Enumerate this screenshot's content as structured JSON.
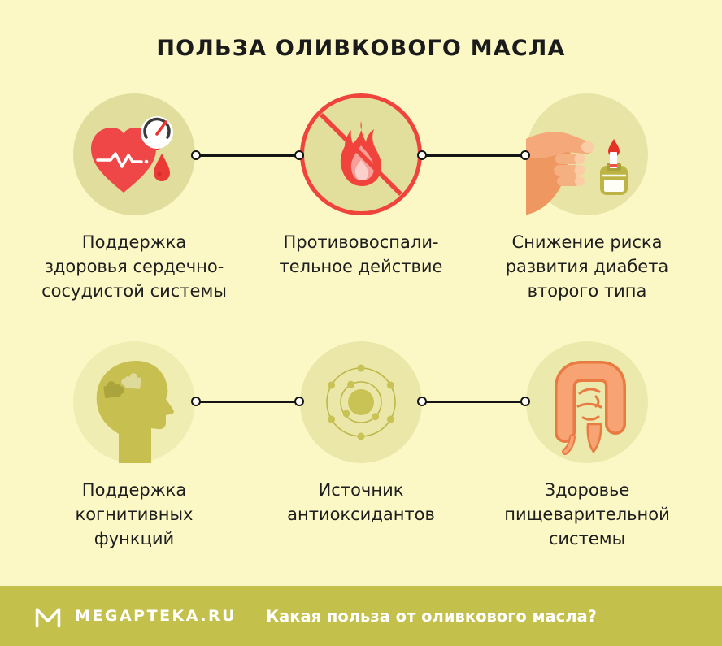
{
  "title": "ПОЛЬЗА ОЛИВКОВОГО МАСЛА",
  "benefits": [
    {
      "icon": "heart-blood-pressure-icon",
      "lines": [
        "Поддержка",
        "здоровья сердечно-",
        "сосудистой системы"
      ]
    },
    {
      "icon": "crossed-out-fire-icon",
      "lines": [
        "Противовоспали-",
        "тельное действие"
      ]
    },
    {
      "icon": "finger-blood-glucose-icon",
      "lines": [
        "Снижение риска",
        "развития диабета",
        "второго типа"
      ]
    },
    {
      "icon": "head-puzzle-brain-icon",
      "lines": [
        "Поддержка",
        "когнитивных",
        "функций"
      ]
    },
    {
      "icon": "atom-icon",
      "lines": [
        "Источник",
        "антиоксидантов"
      ]
    },
    {
      "icon": "intestines-icon",
      "lines": [
        "Здоровье",
        "пищеварительной",
        "системы"
      ]
    }
  ],
  "footer": {
    "brand": "MEGAPTEKA.RU",
    "question": "Какая польза от оливкового масла?"
  },
  "palette": {
    "background": "#FBF8C6",
    "footer_background": "#C3C04B",
    "accent_red": "#F0433C",
    "heart_red": "#EF4747",
    "flame_mid": "#F7A09A",
    "flame_core": "#FBD0CA",
    "olive": "#C7BF4F",
    "olive_dark": "#ABA43C",
    "khaki_circle": "#E0DD9D",
    "light_circle": "#F0EDB3",
    "skin": "#F5A97A",
    "skin_dark": "#EE9760",
    "intestine_orange": "#F7A374",
    "intestine_outline": "#E87A42",
    "connector_black": "#141414",
    "text": "#1E1E1E",
    "white": "#FFFFFF"
  }
}
